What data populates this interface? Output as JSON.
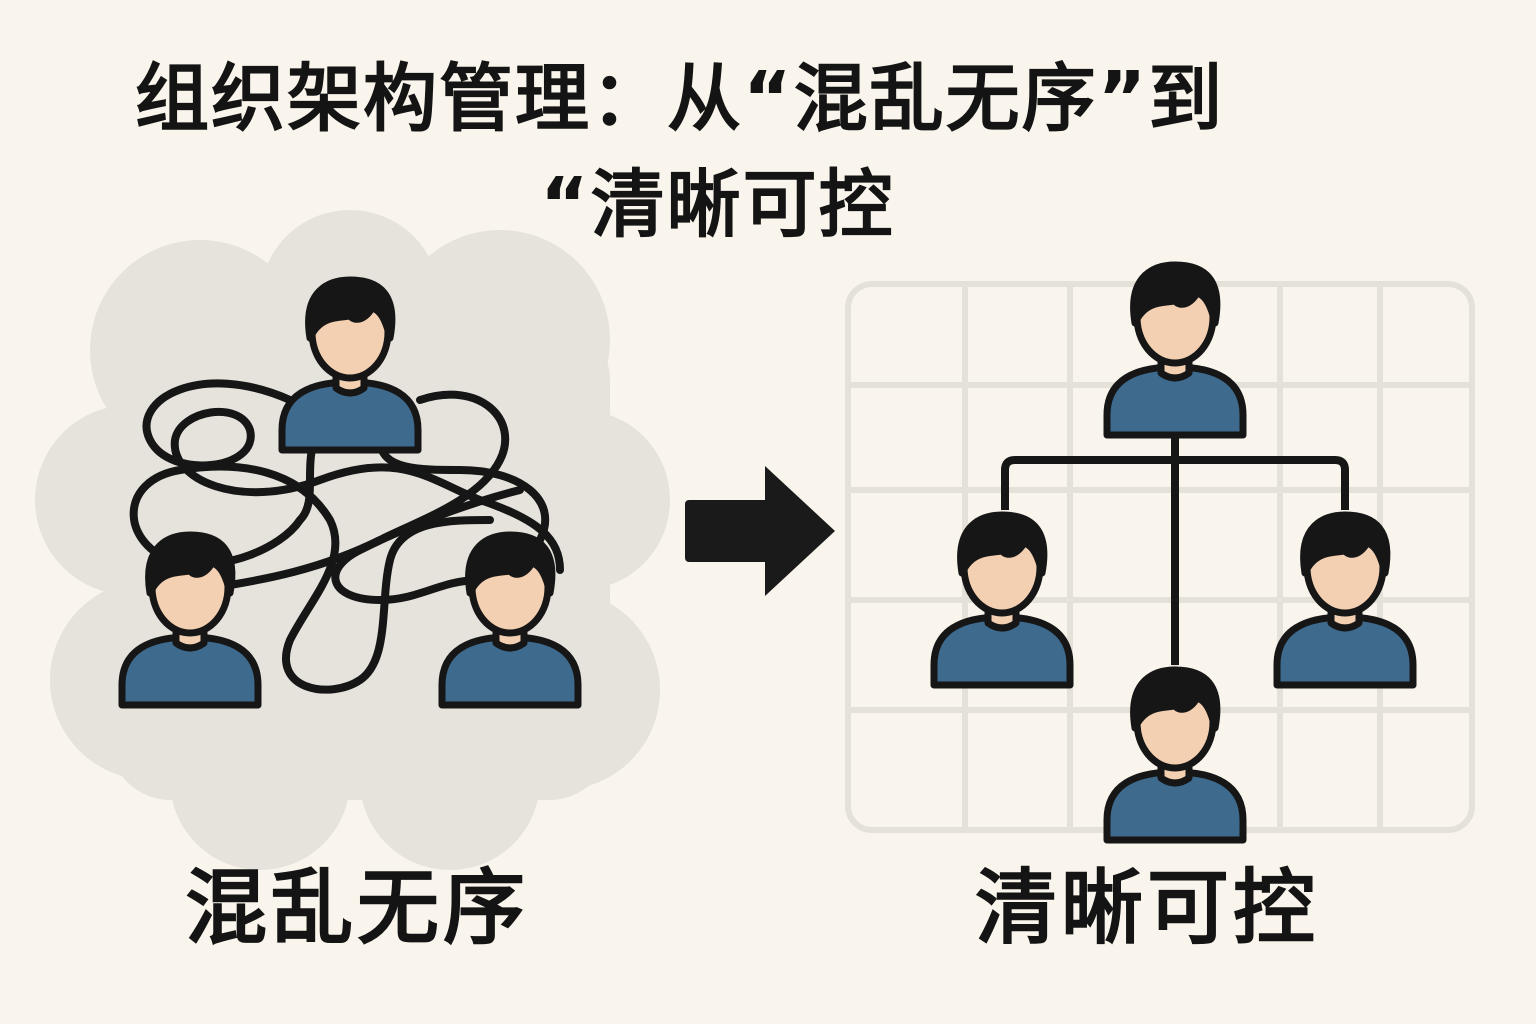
{
  "title": {
    "line1": "组织架构管理：从“混乱无序”到",
    "line2": "“清晰可控"
  },
  "left_panel": {
    "label": "混乱无序",
    "people_count": 3
  },
  "right_panel": {
    "label": "清晰可控",
    "people_count": 4
  },
  "colors": {
    "background": "#f9f5ec",
    "cloud": "#e6e3dc",
    "grid": "#e4e1d9",
    "shirt": "#3e6a8e",
    "skin": "#f3d0b2",
    "hair": "#161616",
    "line": "#161616"
  },
  "icons": [
    "person-icon",
    "tangled-lines",
    "arrow-right-icon",
    "org-chart-connectors",
    "grid-background"
  ]
}
